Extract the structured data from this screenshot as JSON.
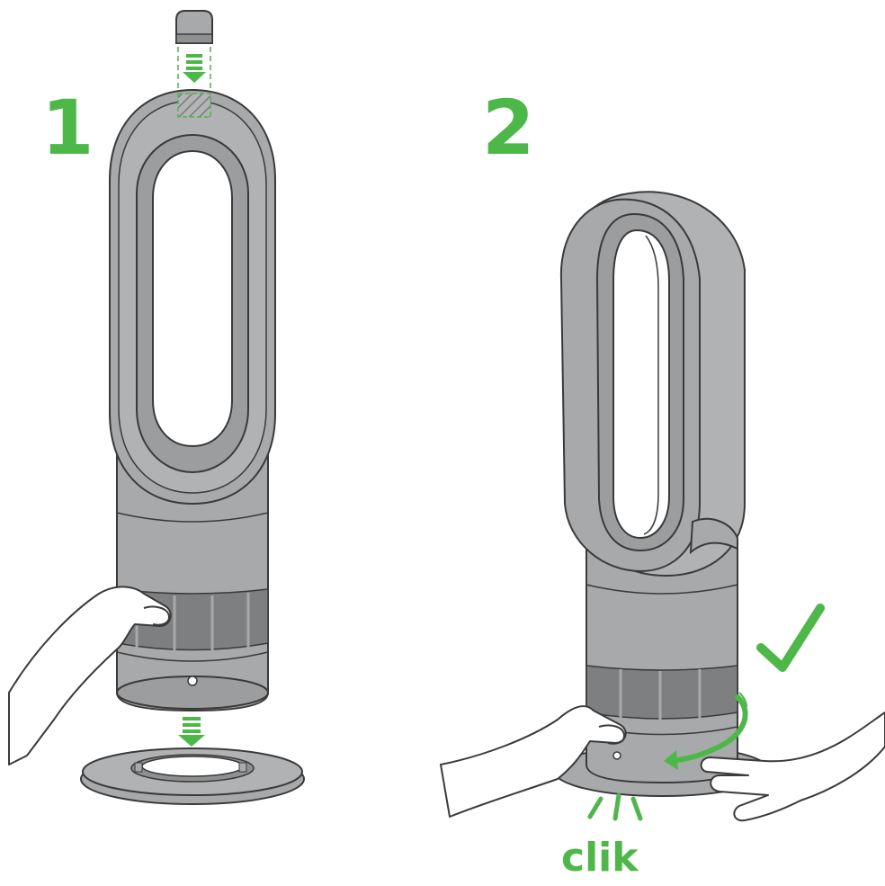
{
  "steps": [
    {
      "number": "1"
    },
    {
      "number": "2"
    }
  ],
  "sound_label": "clik",
  "icons": {
    "arrow": "down-arrow-icon",
    "success": "checkmark-icon",
    "rotate": "curved-arrow-icon"
  },
  "colors": {
    "accent": "#4cb848",
    "body": "#a8a9ab",
    "body_dark": "#8f9092",
    "grille": "#7e7f81",
    "outline": "#3a3a3a",
    "skin": "#ffffff"
  }
}
